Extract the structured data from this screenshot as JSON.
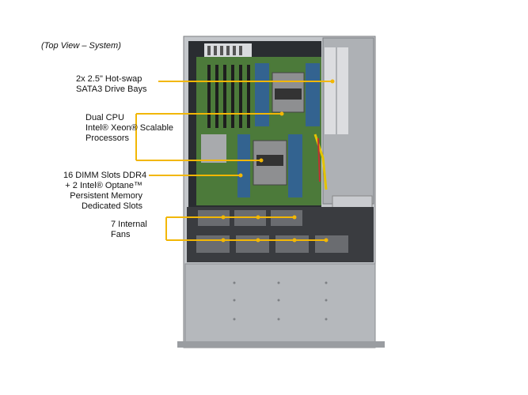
{
  "caption": "(Top View – System)",
  "callouts": [
    {
      "id": "drive-bays",
      "lines": [
        "2x 2.5\" Hot-swap",
        "SATA3 Drive Bays"
      ]
    },
    {
      "id": "cpu",
      "lines": [
        "Dual CPU",
        "Intel® Xeon® Scalable",
        "Processors"
      ]
    },
    {
      "id": "dimm",
      "lines": [
        "16 DIMM Slots DDR4",
        "+ 2 Intel®  Optane™",
        "Persistent Memory",
        "Dedicated Slots"
      ]
    },
    {
      "id": "fans",
      "lines": [
        "7 Internal",
        "Fans"
      ]
    }
  ],
  "colors": {
    "leader": "#f2b705",
    "chassis": "#b9bcc0",
    "board": "#4c7a3a",
    "heatsink": "#8e8f91"
  }
}
